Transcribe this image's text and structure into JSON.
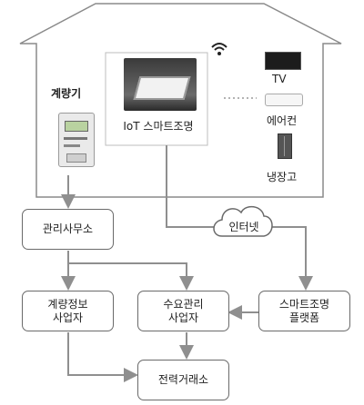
{
  "house": {
    "meter_label": "계량기",
    "smart_light_label": "IoT 스마트조명",
    "appliances": [
      "TV",
      "에어컨",
      "냉장고"
    ]
  },
  "nodes": {
    "management_office": "관리사무소",
    "internet": "인터넷",
    "metering_info_provider": [
      "계량정보",
      "사업자"
    ],
    "demand_management_provider": [
      "수요관리",
      "사업자"
    ],
    "smart_lighting_platform": [
      "스마트조명",
      "플랫폼"
    ],
    "power_exchange": "전력거래소"
  },
  "colors": {
    "line": "#7d7d7d",
    "arrow": "#8f8f8f",
    "border": "#6a6a6a"
  }
}
